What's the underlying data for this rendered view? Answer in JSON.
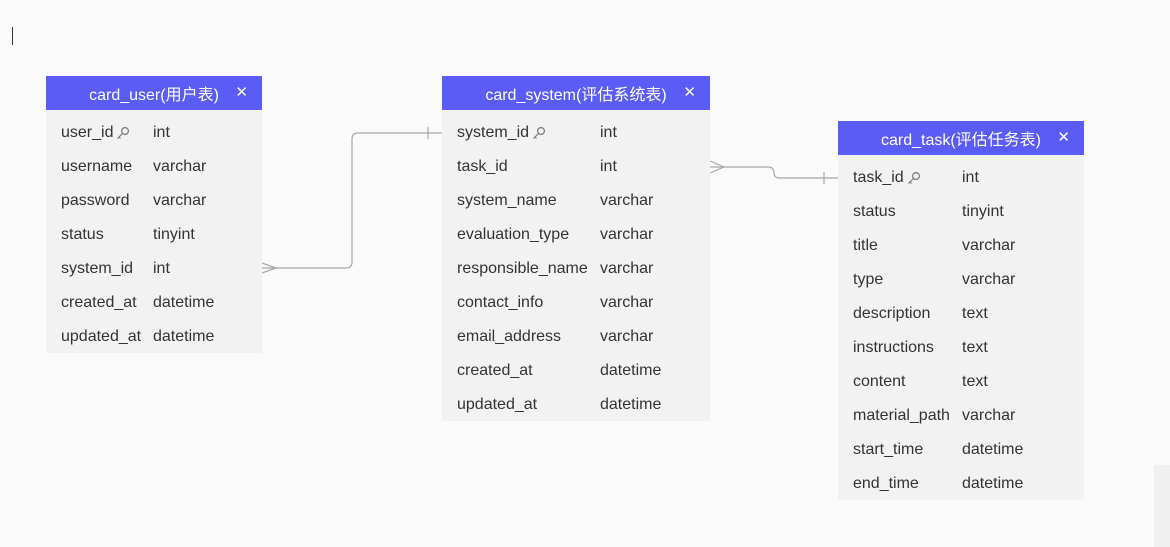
{
  "colors": {
    "header": "#5b5cf6",
    "body": "#f2f2f2",
    "connector": "#a8a8a8",
    "background": "#fafafa"
  },
  "icons": {
    "key": "key-icon",
    "close": "close-icon"
  },
  "tables": [
    {
      "id": "card_user",
      "title": "card_user(用户表)",
      "close": "✕",
      "fields": [
        {
          "name": "user_id",
          "type": "int",
          "pk": true
        },
        {
          "name": "username",
          "type": "varchar"
        },
        {
          "name": "password",
          "type": "varchar"
        },
        {
          "name": "status",
          "type": "tinyint"
        },
        {
          "name": "system_id",
          "type": "int"
        },
        {
          "name": "created_at",
          "type": "datetime"
        },
        {
          "name": "updated_at",
          "type": "datetime"
        }
      ]
    },
    {
      "id": "card_system",
      "title": "card_system(评估系统表)",
      "close": "✕",
      "fields": [
        {
          "name": "system_id",
          "type": "int",
          "pk": true
        },
        {
          "name": "task_id",
          "type": "int"
        },
        {
          "name": "system_name",
          "type": "varchar"
        },
        {
          "name": "evaluation_type",
          "type": "varchar"
        },
        {
          "name": "responsible_name",
          "type": "varchar"
        },
        {
          "name": "contact_info",
          "type": "varchar"
        },
        {
          "name": "email_address",
          "type": "varchar"
        },
        {
          "name": "created_at",
          "type": "datetime"
        },
        {
          "name": "updated_at",
          "type": "datetime"
        }
      ]
    },
    {
      "id": "card_task",
      "title": "card_task(评估任务表)",
      "close": "✕",
      "fields": [
        {
          "name": "task_id",
          "type": "int",
          "pk": true
        },
        {
          "name": "status",
          "type": "tinyint"
        },
        {
          "name": "title",
          "type": "varchar"
        },
        {
          "name": "type",
          "type": "varchar"
        },
        {
          "name": "description",
          "type": "text"
        },
        {
          "name": "instructions",
          "type": "text"
        },
        {
          "name": "content",
          "type": "text"
        },
        {
          "name": "material_path",
          "type": "varchar"
        },
        {
          "name": "start_time",
          "type": "datetime"
        },
        {
          "name": "end_time",
          "type": "datetime"
        }
      ]
    }
  ],
  "relations": [
    {
      "from": "card_user.system_id",
      "to": "card_system.system_id",
      "from_end": "many",
      "to_end": "one"
    },
    {
      "from": "card_system.task_id",
      "to": "card_task.task_id",
      "from_end": "many",
      "to_end": "one"
    }
  ]
}
